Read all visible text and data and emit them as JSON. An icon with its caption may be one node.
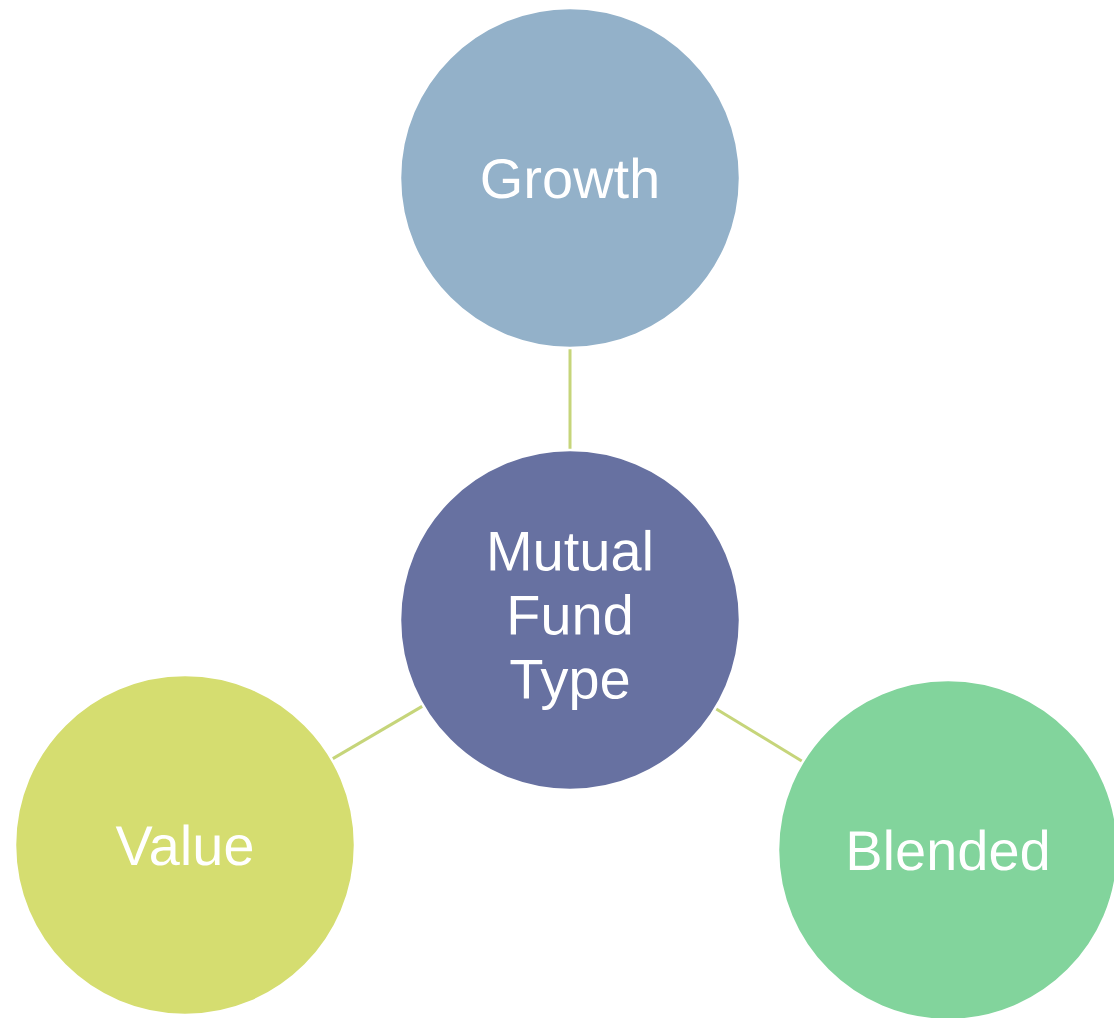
{
  "diagram": {
    "nodes": [
      {
        "text": [
          "Growth"
        ]
      },
      {
        "text": [
          "Mutual Fund Type"
        ]
      },
      {
        "text": [
          "Value"
        ]
      },
      {
        "text": [
          "Blended"
        ]
      }
    ],
    "edges": [
      {
        "from": 1,
        "to": 0,
        "arrow": "none"
      },
      {
        "from": 1,
        "to": 2,
        "arrow": "none"
      },
      {
        "from": 1,
        "to": 3,
        "arrow": "none"
      }
    ]
  }
}
